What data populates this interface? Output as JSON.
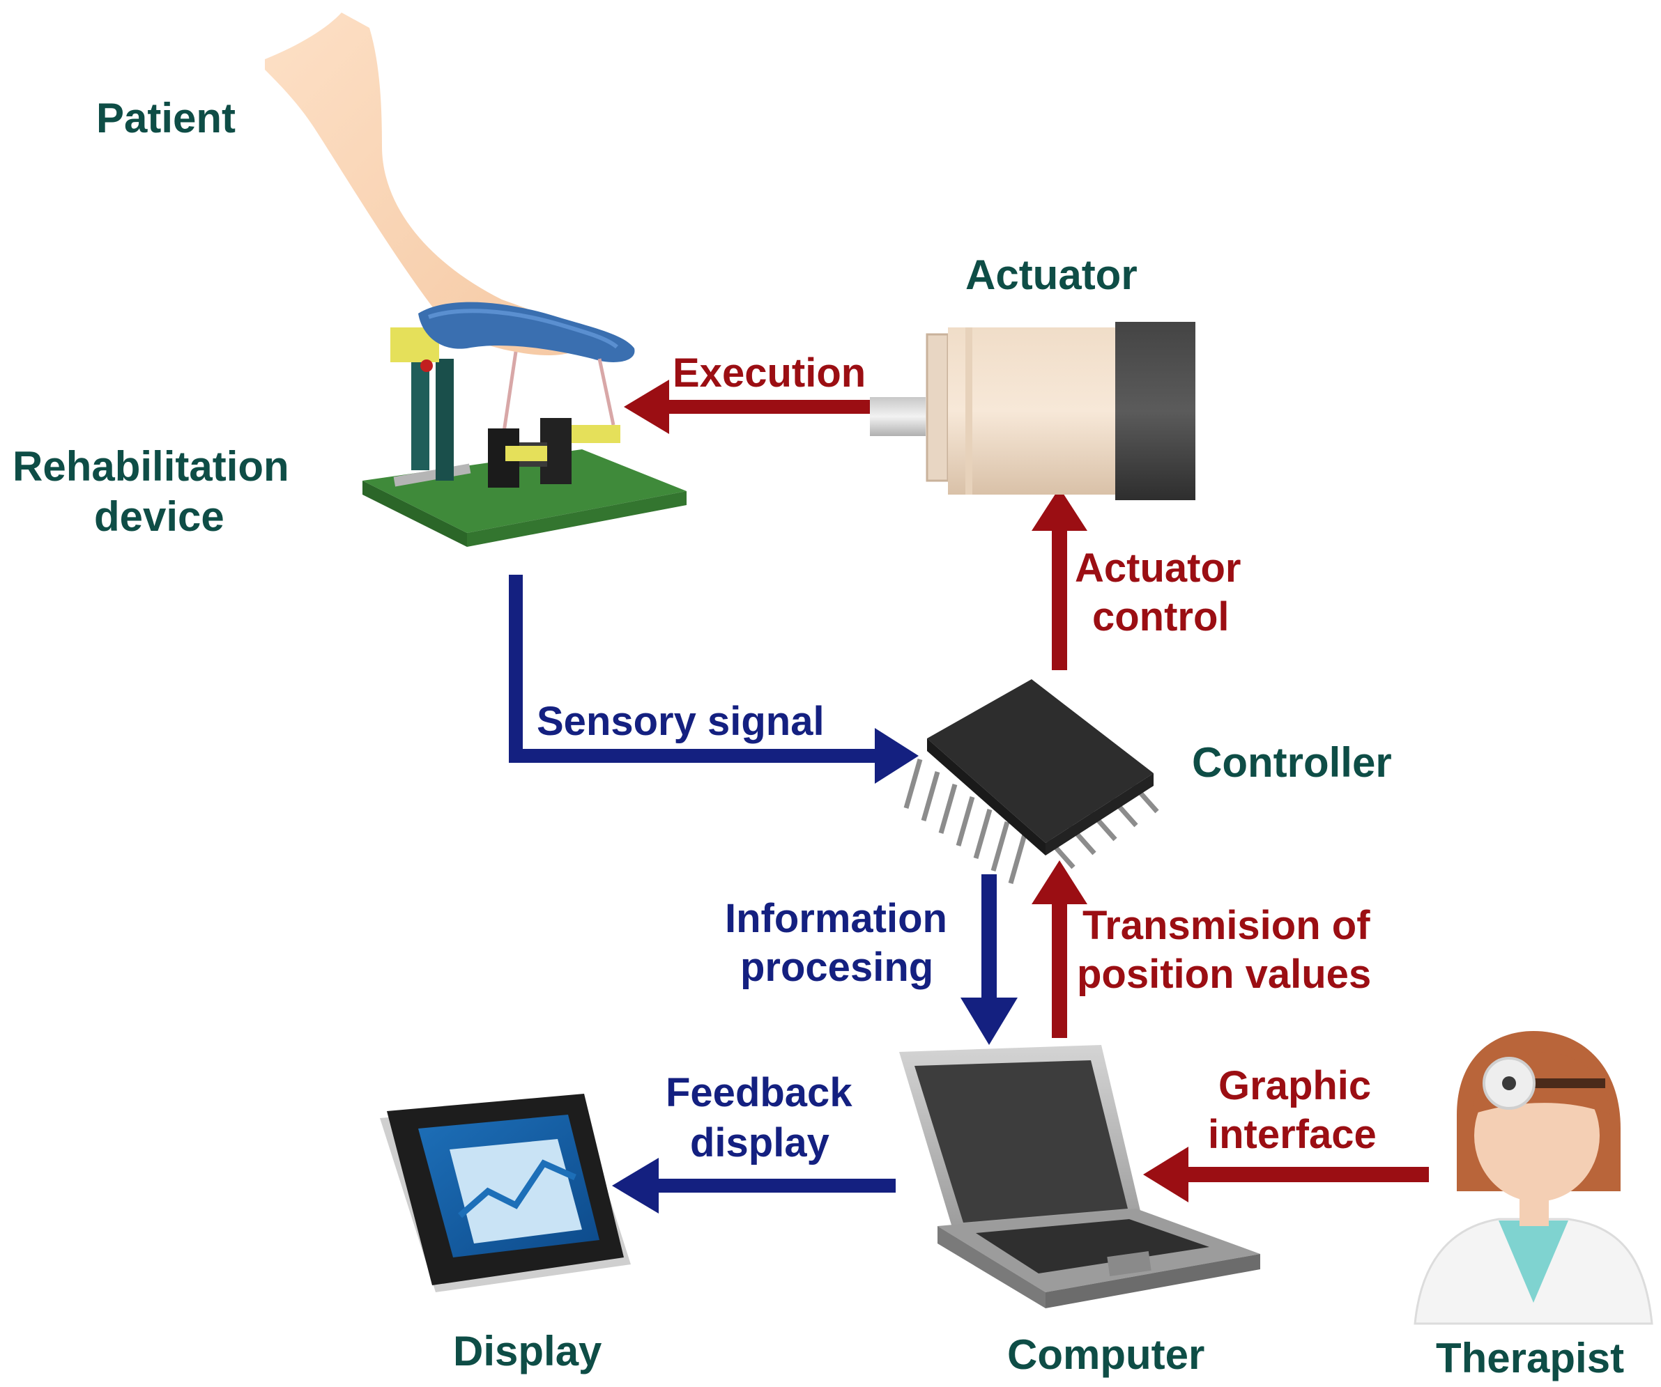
{
  "components": {
    "patient": "Patient",
    "rehab_line1": "Rehabilitation",
    "rehab_line2": "device",
    "actuator": "Actuator",
    "controller": "Controller",
    "computer": "Computer",
    "display": "Display",
    "therapist": "Therapist"
  },
  "flows": {
    "execution": "Execution",
    "actuator_control_line1": "Actuator",
    "actuator_control_line2": "control",
    "sensory_signal": "Sensory signal",
    "information_line1": "Information",
    "information_line2": "procesing",
    "transmission_line1": "Transmision of",
    "transmission_line2": "position values",
    "feedback_line1": "Feedback",
    "feedback_line2": "display",
    "graphic_line1": "Graphic",
    "graphic_line2": "interface"
  },
  "colors": {
    "component_label": "#0e4d46",
    "control_arrow": "#9b0e13",
    "signal_arrow": "#142080"
  },
  "icons": [
    "foot-icon",
    "rehabilitation-device-icon",
    "actuator-motor-icon",
    "microcontroller-chip-icon",
    "laptop-icon",
    "tablet-display-icon",
    "therapist-icon"
  ]
}
